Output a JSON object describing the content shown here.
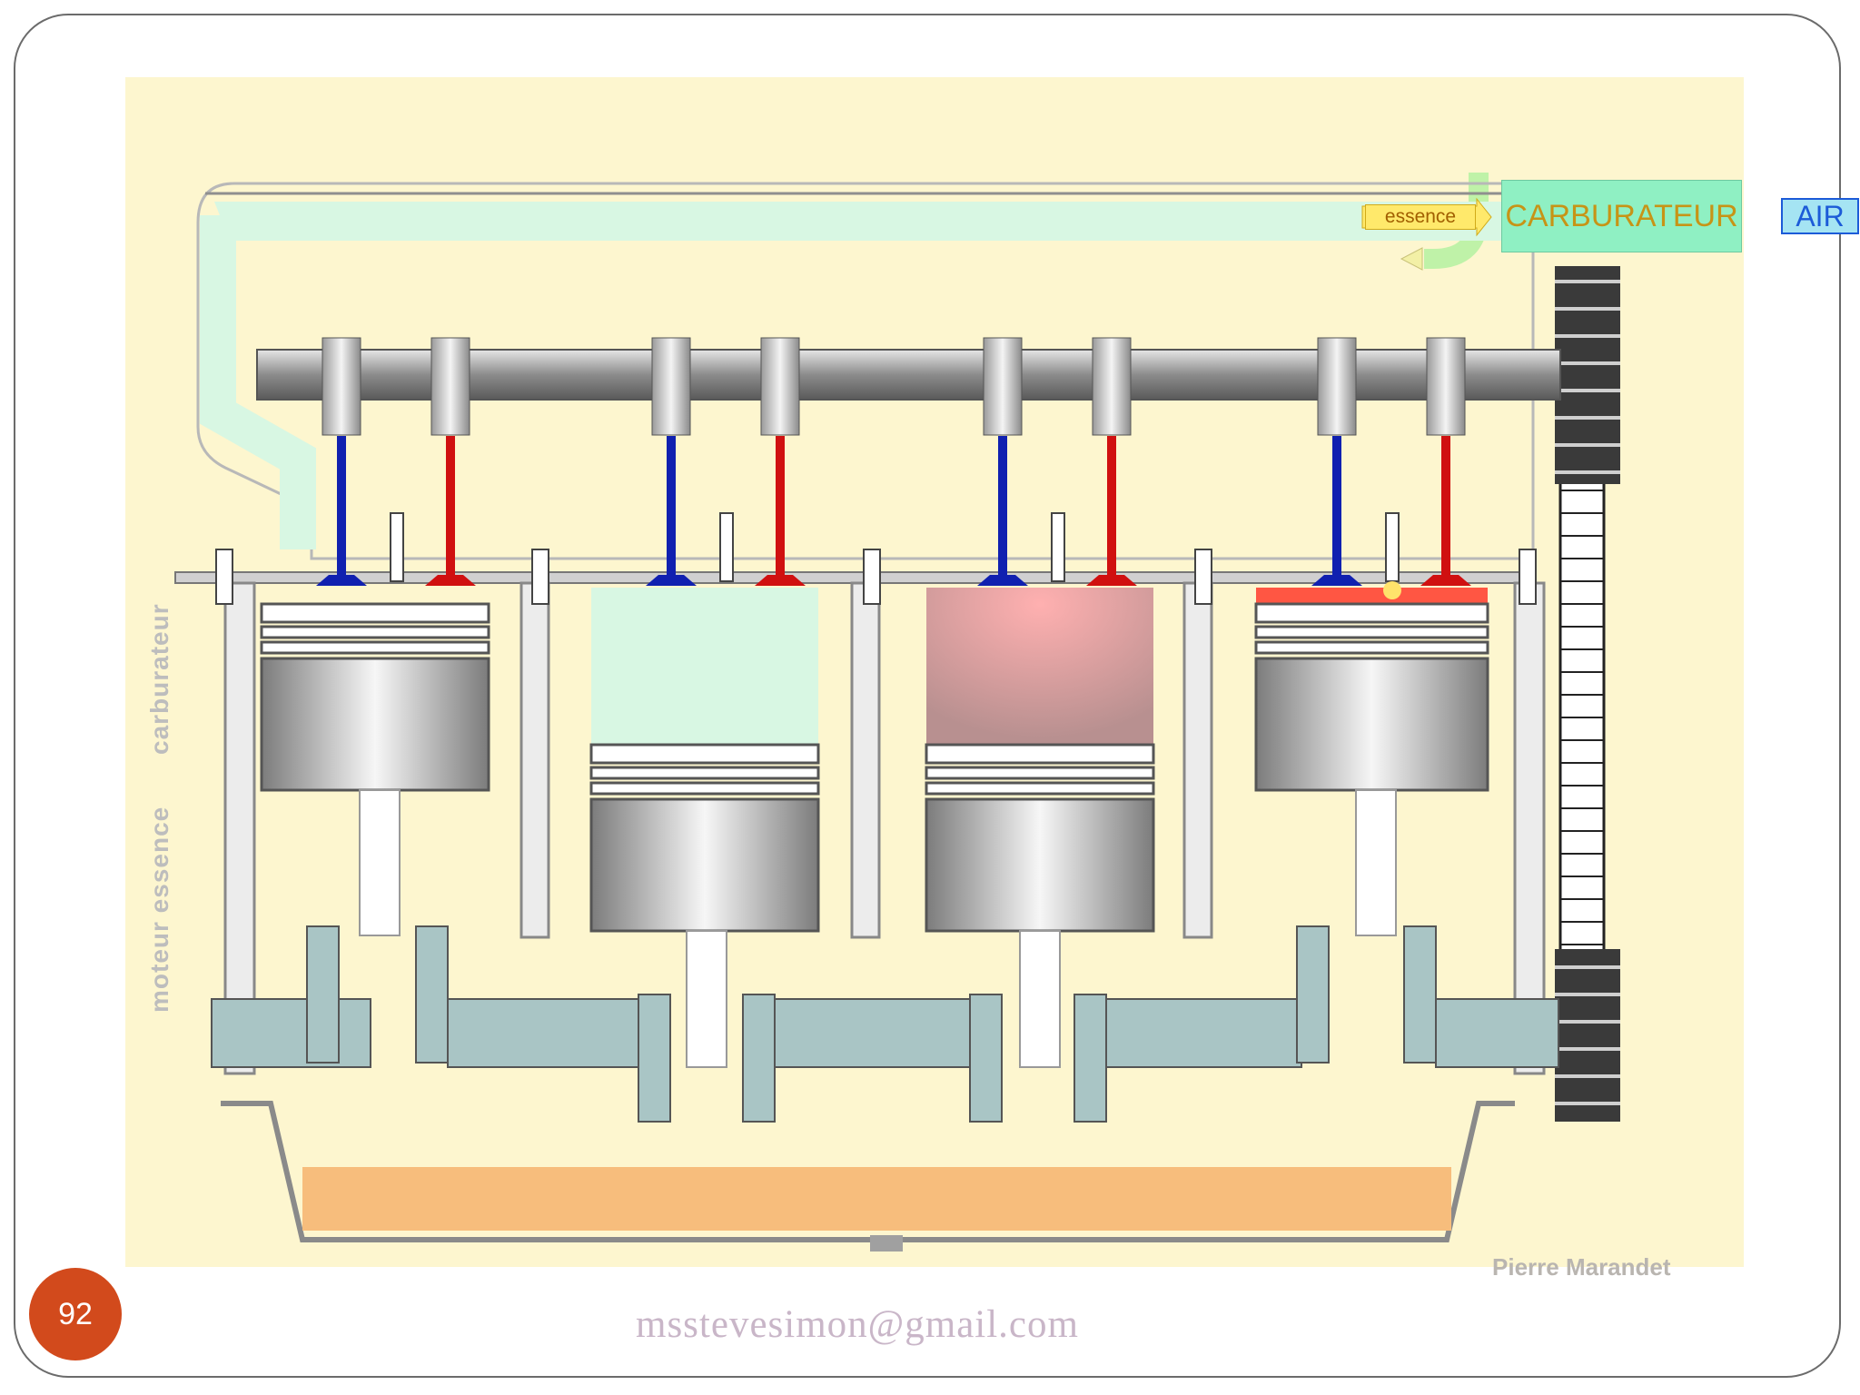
{
  "diagram": {
    "labels": {
      "fuel": "essence",
      "carburetor": "CARBURATEUR",
      "air": "AIR",
      "side_caption_part1": "moteur essence",
      "side_caption_part2": "carburateur",
      "signature": "Pierre Marandet"
    },
    "colors": {
      "background": "#fdf6cf",
      "intake_mixture": "#d8f7e3",
      "intake_valve": "#1020b0",
      "exhaust_valve": "#d01010",
      "combustion": "#e8a0a0",
      "ignition": "#ff3a2a",
      "oil_pan": "#f7bd7c",
      "crankshaft": "#a9c5c5"
    }
  },
  "footer": {
    "page_number": "92",
    "email": "msstevesimon@gmail.com"
  }
}
